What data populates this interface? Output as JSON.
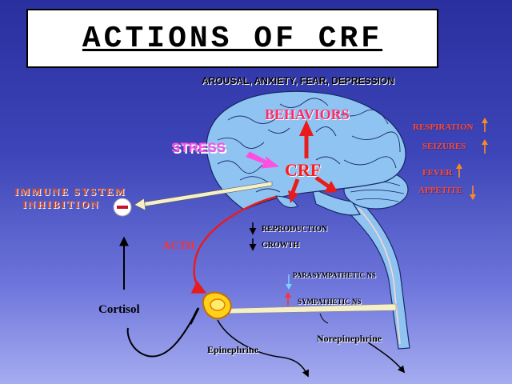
{
  "title": "ACTIONS OF CRF",
  "subtitle": "AROUSAL, ANXIETY, FEAR, DEPRESSION",
  "labels": {
    "behaviors": "BEHAVIORS",
    "stress": "STRESS",
    "crf": "CRF",
    "immune_line1": "IMMUNE SYSTEM",
    "immune_line2": "INHIBITION",
    "acth": "ACTH",
    "reproduction": "REPRODUCTION",
    "growth": "GROWTH",
    "parasympathetic": "PARASYMPATHETIC NS",
    "sympathetic": "SYMPATHETIC NS",
    "cortisol": "Cortisol",
    "epinephrine": "Epinephrine",
    "norepinephrine": "Norepinephrine",
    "respiration": "RESPIRATION",
    "seizures": "SEIZURES",
    "fever": "FEVER",
    "appetite": "APPETITE",
    "minus": "−"
  },
  "colors": {
    "brain": "#8fc4f2",
    "arrow_red": "#e81c1c",
    "stress_arrow": "#ff4fe0",
    "adrenal": "#ffd21a"
  }
}
